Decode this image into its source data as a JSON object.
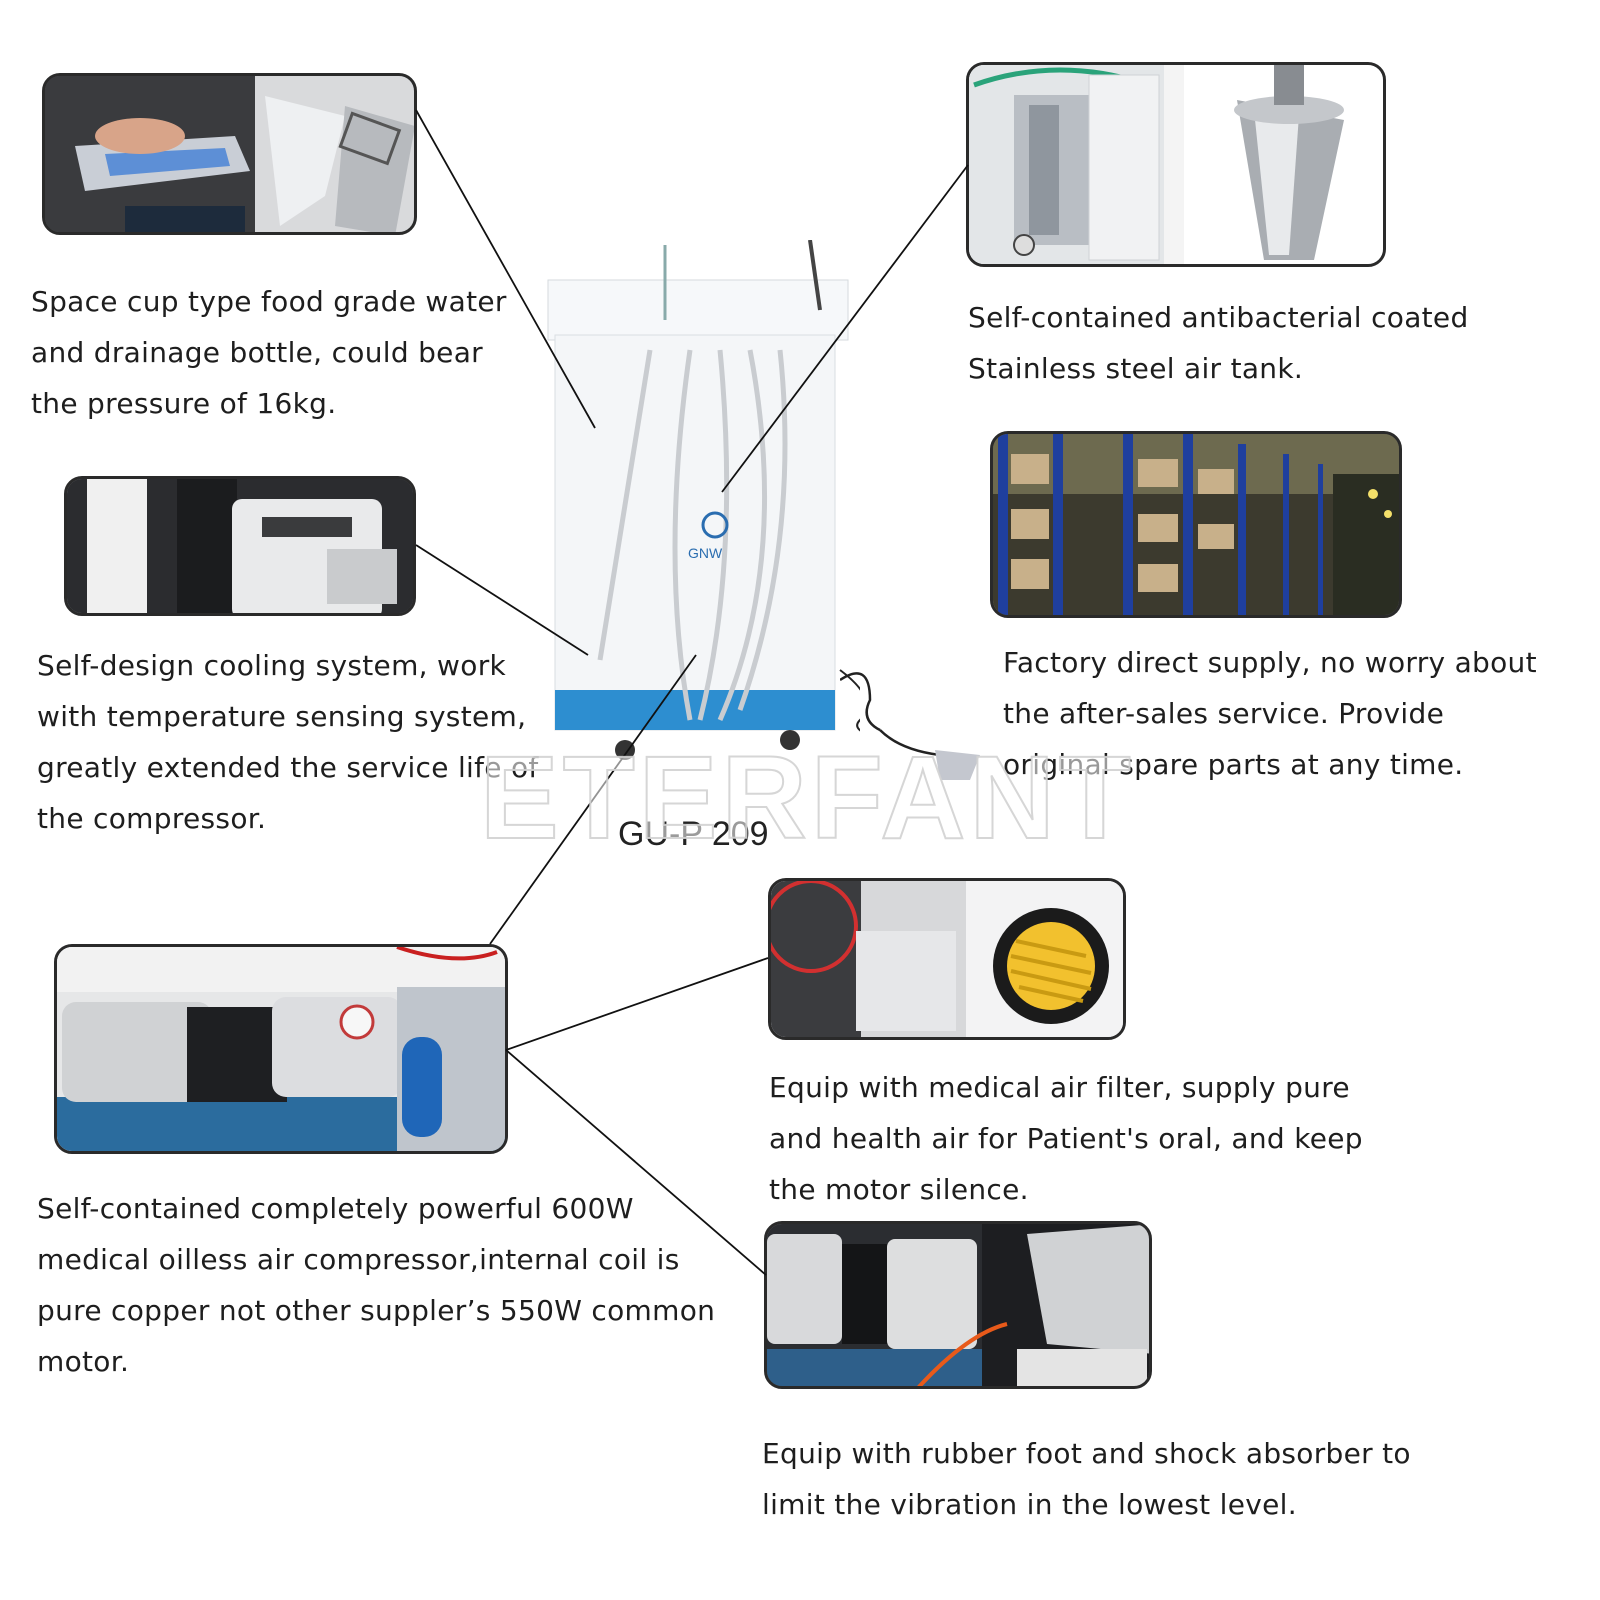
{
  "captions": {
    "bottle": [
      "Space cup type food grade water",
      "and drainage bottle, could bear",
      "the pressure of 16kg."
    ],
    "tank": [
      "Self-contained antibacterial coated",
      "Stainless steel air tank."
    ],
    "cooling": [
      "Self-design cooling system, work",
      "with temperature sensing system,",
      "greatly extended the service life of",
      "the compressor."
    ],
    "factory": [
      "Factory direct supply, no worry about",
      "the after-sales service. Provide",
      "original spare parts at any time."
    ],
    "compressor": [
      "Self-contained completely powerful 600W",
      "medical oilless air compressor,internal coil is",
      "pure copper not other suppler’s 550W common",
      "motor."
    ],
    "filter": [
      "Equip with medical air filter, supply  pure",
      "and health air for Patient's oral, and keep",
      "the motor silence."
    ],
    "rubber": [
      "Equip with rubber foot and shock absorber to",
      "limit the vibration in the lowest level."
    ]
  },
  "model_label": "GU-P  209",
  "watermark": "ETERFANT",
  "unit_logo": "GNW"
}
